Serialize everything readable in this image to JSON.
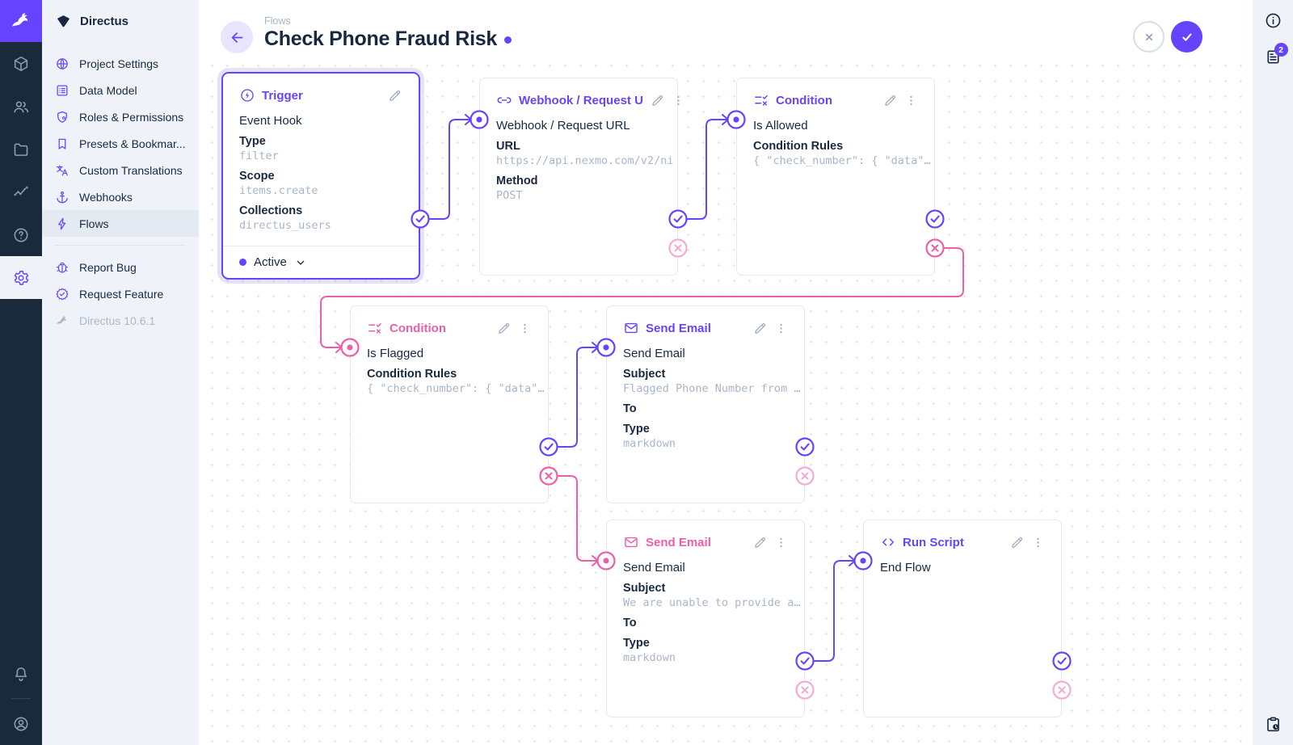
{
  "brand": {
    "name": "Directus",
    "accent": "#6644ff",
    "pink": "#ec5fa9"
  },
  "module_bar": {
    "modules": [
      {
        "id": "content",
        "icon": "box-icon"
      },
      {
        "id": "users",
        "icon": "users-icon"
      },
      {
        "id": "files",
        "icon": "folder-icon"
      },
      {
        "id": "insights",
        "icon": "insights-icon"
      },
      {
        "id": "docs",
        "icon": "help-icon"
      },
      {
        "id": "settings",
        "icon": "gear-icon",
        "active": true
      }
    ],
    "bottom": [
      {
        "id": "notifications",
        "icon": "bell-icon"
      },
      {
        "id": "account",
        "icon": "account-icon"
      }
    ]
  },
  "sidebar": {
    "project_name": "Directus",
    "items": [
      {
        "icon": "globe-icon",
        "label": "Project Settings"
      },
      {
        "icon": "data-model-icon",
        "label": "Data Model"
      },
      {
        "icon": "shield-icon",
        "label": "Roles & Permissions"
      },
      {
        "icon": "bookmark-icon",
        "label": "Presets & Bookmar..."
      },
      {
        "icon": "translate-icon",
        "label": "Custom Translations"
      },
      {
        "icon": "anchor-icon",
        "label": "Webhooks"
      },
      {
        "icon": "bolt-icon",
        "label": "Flows",
        "active": true
      }
    ],
    "footer_items": [
      {
        "icon": "bug-icon",
        "label": "Report Bug"
      },
      {
        "icon": "badge-check-icon",
        "label": "Request Feature"
      }
    ],
    "version": "Directus 10.6.1"
  },
  "header": {
    "breadcrumb": "Flows",
    "title": "Check Phone Fraud Risk"
  },
  "rail": {
    "badge_count": "2"
  },
  "flow": {
    "panels": [
      {
        "id": "trigger",
        "kind": "trigger",
        "title": "Trigger",
        "name": "Event Hook",
        "fields": [
          {
            "label": "Type",
            "value": "filter"
          },
          {
            "label": "Scope",
            "value": "items.create"
          },
          {
            "label": "Collections",
            "value": "directus_users"
          }
        ],
        "status": "Active"
      },
      {
        "id": "webhook",
        "kind": "webhook",
        "title": "Webhook / Request U",
        "name": "Webhook / Request URL",
        "fields": [
          {
            "label": "URL",
            "value": "https://api.nexmo.com/v2/ni"
          },
          {
            "label": "Method",
            "value": "POST"
          }
        ]
      },
      {
        "id": "condition-allowed",
        "kind": "condition",
        "title": "Condition",
        "name": "Is Allowed",
        "fields": [
          {
            "label": "Condition Rules",
            "value": "{ \"check_number\": { \"data\"…"
          }
        ]
      },
      {
        "id": "condition-flagged",
        "kind": "condition",
        "title": "Condition",
        "name": "Is Flagged",
        "accent": "pink",
        "fields": [
          {
            "label": "Condition Rules",
            "value": "{ \"check_number\": { \"data\"…"
          }
        ]
      },
      {
        "id": "send-email-flagged",
        "kind": "mail",
        "title": "Send Email",
        "name": "Send Email",
        "fields": [
          {
            "label": "Subject",
            "value": "Flagged Phone Number from …"
          },
          {
            "label": "To",
            "value": ""
          },
          {
            "label": "Type",
            "value": "markdown"
          }
        ]
      },
      {
        "id": "send-email-unable",
        "kind": "mail",
        "title": "Send Email",
        "name": "Send Email",
        "accent": "pink",
        "fields": [
          {
            "label": "Subject",
            "value": "We are unable to provide a…"
          },
          {
            "label": "To",
            "value": ""
          },
          {
            "label": "Type",
            "value": "markdown"
          }
        ]
      },
      {
        "id": "run-script",
        "kind": "script",
        "title": "Run Script",
        "name": "End Flow",
        "fields": []
      }
    ]
  }
}
